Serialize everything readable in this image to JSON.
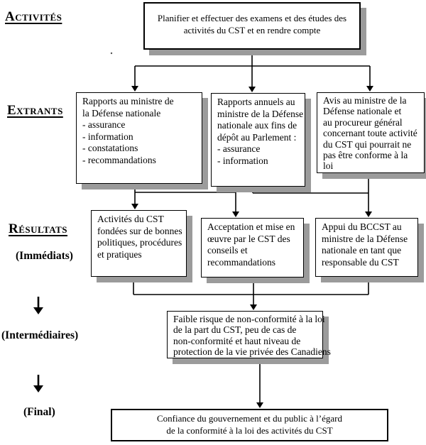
{
  "labels": {
    "activities": "Activités",
    "outputs": "Extrants",
    "results": "Résultats",
    "immediate": "(Immédiats)",
    "intermediate": "(Intermédiaires)",
    "final": "(Final)"
  },
  "boxes": {
    "activity": "Planifier et effectuer des examens et des études des\nactivités du CST et en rendre compte",
    "output1": "Rapports au ministre de\nla Défense nationale\n- assurance\n- information\n- constatations\n- recommandations",
    "output2": "Rapports annuels au\nministre de la Défense\nnationale aux fins de\ndépôt au Parlement :\n- assurance\n- information",
    "output3": "Avis au ministre de la\nDéfense nationale et\nau procureur général\nconcernant toute activité\ndu CST qui pourrait ne\npas être conforme à la\nloi",
    "result1": "Activités du CST\nfondées sur de bonnes\npolitiques, procédures\net pratiques",
    "result2": "Acceptation et mise en\nœuvre par le CST des\nconseils et\nrecommandations",
    "result3": "Appui du BCCST au\nministre de la Défense\nnationale en tant que\nresponsable du CST",
    "intermediate_outcome": "Faible risque de non-conformité à la loi\nde la part du CST, peu de cas de\nnon-conformité et haut niveau de\nprotection de la vie privée des Canadiens",
    "final_outcome": "Confiance du gouvernement et du public à l’égard\nde la conformité à la loi des activités du CST"
  },
  "edges": [
    {
      "from": "activity",
      "to": "output1"
    },
    {
      "from": "activity",
      "to": "output2"
    },
    {
      "from": "activity",
      "to": "output3"
    },
    {
      "from": "output1",
      "to": "result1"
    },
    {
      "from": "output1",
      "to": "result2"
    },
    {
      "from": "output2",
      "to": "result3"
    },
    {
      "from": "output3",
      "to": "result3"
    },
    {
      "from": "result1",
      "to": "intermediate_outcome"
    },
    {
      "from": "result2",
      "to": "intermediate_outcome"
    },
    {
      "from": "result3",
      "to": "intermediate_outcome"
    },
    {
      "from": "intermediate_outcome",
      "to": "final_outcome"
    }
  ],
  "colors": {
    "line": "#000000",
    "border": "#000000",
    "shadow": "#9b9b9b",
    "background": "#ffffff",
    "text": "#000000"
  }
}
